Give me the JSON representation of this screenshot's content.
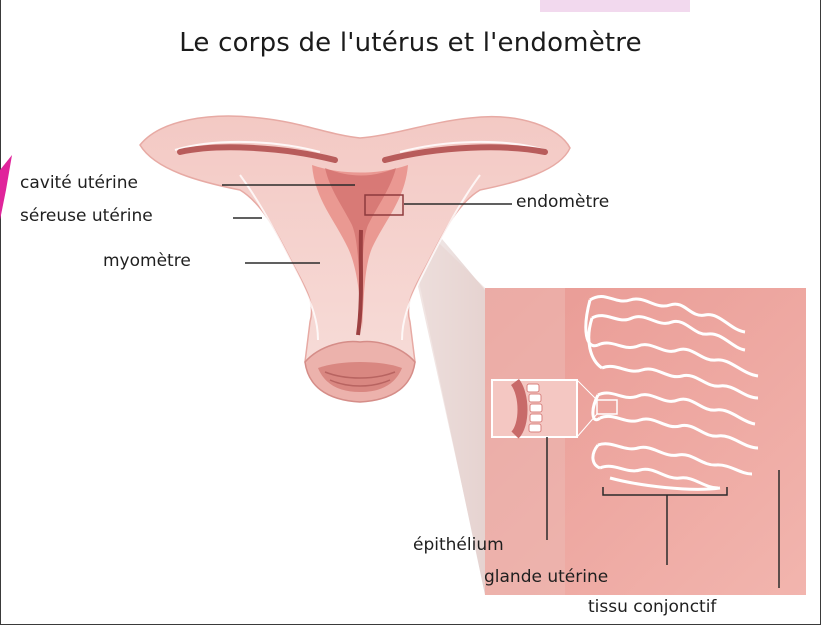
{
  "title": "Le corps de l'utérus et l'endomètre",
  "labels": {
    "cavite": "cavité utérine",
    "sereuse": "séreuse utérine",
    "myometre": "myomètre",
    "endometre": "endomètre",
    "epithelium": "épithélium",
    "glande": "glande utérine",
    "tissu": "tissu conjonctif"
  },
  "colors": {
    "tissue_light": "#f6d3cf",
    "tissue_mid": "#eeb1aa",
    "tissue_dark": "#c96a68",
    "leader": "#2b2b2b",
    "accent": "#e0249b"
  }
}
